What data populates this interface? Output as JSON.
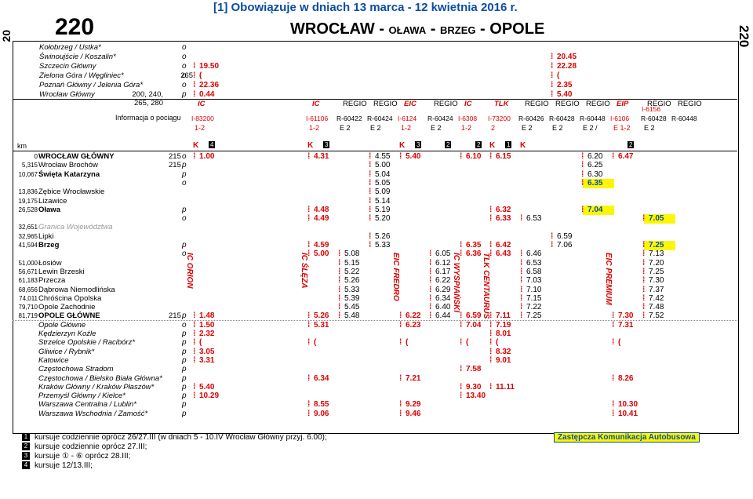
{
  "page": {
    "side_left": "20",
    "side_right": "220",
    "line_number": "220",
    "validity": "[1] Obowiązuje w dniach 13 marca - 12 kwietnia 2016 r.",
    "route_parts": [
      "WROCŁAW",
      "OŁAWA",
      "BRZEG",
      "OPOLE"
    ],
    "route_separator": " - "
  },
  "header": {
    "info_label": "Informacja o pociągu",
    "km_label": "km",
    "extra_train_no": "I-6156"
  },
  "feeders": [
    {
      "name": "Kołobrzeg / Ustka*",
      "ref": "",
      "t": "o"
    },
    {
      "name": "Świnoujście / Koszalin*",
      "ref": "",
      "t": "o"
    },
    {
      "name": "Szczecin Główny",
      "ref": "",
      "t": "o"
    },
    {
      "name": "Zielona Góra / Węgliniec*",
      "ref": "265",
      "t": "o"
    },
    {
      "name": "Poznań Główny / Jelenia Góra*",
      "ref": "",
      "t": "o"
    },
    {
      "name": "Wrocław Główny",
      "ref": "200, 240, 265, 280",
      "t": "p"
    }
  ],
  "feeder_times": [
    {
      "col": 0,
      "values": [
        "",
        "",
        "19.50",
        "(",
        "22.36",
        "0.44"
      ]
    },
    {
      "col": 11,
      "values": [
        "",
        "20.45",
        "22.28",
        "(",
        "2.35",
        "5.40"
      ]
    }
  ],
  "columns": [
    {
      "cat": "IC",
      "cat_red": true,
      "no": "I-83200",
      "no_red": true,
      "cls": "1-2",
      "cls_red": true
    },
    {
      "cat": "",
      "cat_red": false,
      "no": "",
      "no_red": false,
      "cls": "",
      "cls_red": false
    },
    {
      "cat": "",
      "cat_red": false,
      "no": "",
      "no_red": false,
      "cls": "",
      "cls_red": false
    },
    {
      "cat": "IC",
      "cat_red": true,
      "no": "I-61106",
      "no_red": true,
      "cls": "1-2",
      "cls_red": true
    },
    {
      "cat": "REGIO",
      "cat_red": false,
      "no": "R-60422",
      "no_red": false,
      "cls": "E 2",
      "cls_red": false
    },
    {
      "cat": "REGIO",
      "cat_red": false,
      "no": "R-60424",
      "no_red": false,
      "cls": "E 2",
      "cls_red": false
    },
    {
      "cat": "EIC",
      "cat_red": true,
      "no": "I-6124",
      "no_red": true,
      "cls": "1-2",
      "cls_red": true
    },
    {
      "cat": "REGIO",
      "cat_red": false,
      "no": "R-60424",
      "no_red": false,
      "cls": "E 2",
      "cls_red": false
    },
    {
      "cat": "IC",
      "cat_red": true,
      "no": "I-6308",
      "no_red": true,
      "cls": "1-2",
      "cls_red": true
    },
    {
      "cat": "TLK",
      "cat_red": true,
      "no": "I-73200",
      "no_red": true,
      "cls": "2",
      "cls_red": true
    },
    {
      "cat": "REGIO",
      "cat_red": false,
      "no": "R-60426",
      "no_red": false,
      "cls": "E 2",
      "cls_red": false
    },
    {
      "cat": "REGIO",
      "cat_red": false,
      "no": "R-60428",
      "no_red": false,
      "cls": "E 2",
      "cls_red": false
    },
    {
      "cat": "REGIO",
      "cat_red": false,
      "no": "R-60448",
      "no_red": false,
      "cls": "E 2 /",
      "cls_red": false
    },
    {
      "cat": "EIP",
      "cat_red": true,
      "no": "I-6106",
      "no_red": true,
      "cls": "E 1-2",
      "cls_red": true
    },
    {
      "cat": "REGIO",
      "cat_red": false,
      "no": "R-60428",
      "no_red": false,
      "cls": "E 2",
      "cls_red": false
    },
    {
      "cat": "REGIO",
      "cat_red": false,
      "no": "R-60448",
      "no_red": false,
      "cls": "",
      "cls_red": false
    }
  ],
  "markers": [
    "K",
    "",
    "",
    "K",
    "",
    "",
    "K",
    "",
    "",
    "K",
    "K",
    "",
    "",
    "",
    "",
    ""
  ],
  "notes_row": [
    "4",
    "",
    "",
    "3",
    "",
    "",
    "3",
    "2",
    "2",
    "1",
    "",
    "",
    "",
    "2",
    "",
    ""
  ],
  "stations": [
    {
      "km": "0",
      "name": "WROCŁAW GŁÓWNY",
      "style": "b",
      "ref": "215",
      "t": "o"
    },
    {
      "km": "5,315",
      "name": "Wrocław Brochów",
      "style": "",
      "ref": "215",
      "t": "p"
    },
    {
      "km": "10,067",
      "name": "Święta Katarzyna",
      "style": "b",
      "ref": "",
      "t": "p"
    },
    {
      "km": "",
      "name": "",
      "style": "",
      "ref": "",
      "t": "o"
    },
    {
      "km": "13,836",
      "name": "Zębice Wrocławskie",
      "style": "",
      "ref": "",
      "t": ""
    },
    {
      "km": "19,175",
      "name": "Lizawice",
      "style": "",
      "ref": "",
      "t": ""
    },
    {
      "km": "26,528",
      "name": "Oława",
      "style": "b",
      "ref": "",
      "t": "p"
    },
    {
      "km": "",
      "name": "",
      "style": "",
      "ref": "",
      "t": "o"
    },
    {
      "km": "32,651",
      "name": "Granica Województwa",
      "style": "grey it",
      "ref": "",
      "t": ""
    },
    {
      "km": "32,965",
      "name": "Lipki",
      "style": "",
      "ref": "",
      "t": ""
    },
    {
      "km": "41,594",
      "name": "Brzeg",
      "style": "b",
      "ref": "",
      "t": "p"
    },
    {
      "km": "",
      "name": "",
      "style": "",
      "ref": "",
      "t": "o"
    },
    {
      "km": "51,000",
      "name": "Łosiów",
      "style": "",
      "ref": "",
      "t": ""
    },
    {
      "km": "56,671",
      "name": "Lewin Brzeski",
      "style": "",
      "ref": "",
      "t": ""
    },
    {
      "km": "61,183",
      "name": "Przecza",
      "style": "",
      "ref": "",
      "t": ""
    },
    {
      "km": "68,656",
      "name": "Dąbrowa Niemodlińska",
      "style": "",
      "ref": "",
      "t": ""
    },
    {
      "km": "74,011",
      "name": "Chróścina Opolska",
      "style": "",
      "ref": "",
      "t": ""
    },
    {
      "km": "79,710",
      "name": "Opole Zachodnie",
      "style": "",
      "ref": "",
      "t": ""
    },
    {
      "km": "81,719",
      "name": "OPOLE GŁÓWNE",
      "style": "b",
      "ref": "215",
      "t": "p"
    },
    {
      "km": "",
      "name": "Opole Główne",
      "style": "it",
      "ref": "",
      "t": "o"
    },
    {
      "km": "",
      "name": "Kędzierzyn Koźle",
      "style": "it",
      "ref": "",
      "t": "p"
    },
    {
      "km": "",
      "name": "Strzelce Opolskie / Racibórz*",
      "style": "it",
      "ref": "",
      "t": "p"
    },
    {
      "km": "",
      "name": "Gliwice / Rybnik*",
      "style": "it",
      "ref": "",
      "t": "p"
    },
    {
      "km": "",
      "name": "Katowice",
      "style": "it",
      "ref": "",
      "t": "p"
    },
    {
      "km": "",
      "name": "Częstochowa Stradom",
      "style": "it",
      "ref": "",
      "t": "p"
    },
    {
      "km": "",
      "name": "Częstochowa / Bielsko Biała Główna*",
      "style": "it",
      "ref": "",
      "t": "p"
    },
    {
      "km": "",
      "name": "Kraków Główny / Kraków Płaszów*",
      "style": "it",
      "ref": "",
      "t": "p"
    },
    {
      "km": "",
      "name": "Przemyśl Główny / Kielce*",
      "style": "it",
      "ref": "",
      "t": "p"
    },
    {
      "km": "",
      "name": "Warszawa Centralna / Lublin*",
      "style": "it",
      "ref": "",
      "t": "p"
    },
    {
      "km": "",
      "name": "Warszawa Wschodnia / Zamość*",
      "style": "it",
      "ref": "",
      "t": "p"
    }
  ],
  "times": [
    {
      "row": 0,
      "col": 0,
      "v": "1.00",
      "c": "red"
    },
    {
      "row": 0,
      "col": 3,
      "v": "4.31",
      "c": "red"
    },
    {
      "row": 0,
      "col": 5,
      "v": "4.55",
      "c": ""
    },
    {
      "row": 0,
      "col": 6,
      "v": "5.40",
      "c": "red"
    },
    {
      "row": 0,
      "col": 8,
      "v": "6.10",
      "c": "red"
    },
    {
      "row": 0,
      "col": 9,
      "v": "6.15",
      "c": "red"
    },
    {
      "row": 0,
      "col": 12,
      "v": "6.20",
      "c": ""
    },
    {
      "row": 0,
      "col": 13,
      "v": "6.47",
      "c": "red"
    },
    {
      "row": 1,
      "col": 5,
      "v": "5.00",
      "c": ""
    },
    {
      "row": 1,
      "col": 12,
      "v": "6.25",
      "c": ""
    },
    {
      "row": 2,
      "col": 5,
      "v": "5.04",
      "c": ""
    },
    {
      "row": 2,
      "col": 12,
      "v": "6.30",
      "c": ""
    },
    {
      "row": 3,
      "col": 5,
      "v": "5.05",
      "c": ""
    },
    {
      "row": 3,
      "col": 12,
      "v": "6.35",
      "c": "hl"
    },
    {
      "row": 4,
      "col": 5,
      "v": "5.09",
      "c": ""
    },
    {
      "row": 5,
      "col": 5,
      "v": "5.14",
      "c": ""
    },
    {
      "row": 6,
      "col": 3,
      "v": "4.48",
      "c": "red"
    },
    {
      "row": 6,
      "col": 5,
      "v": "5.19",
      "c": ""
    },
    {
      "row": 6,
      "col": 9,
      "v": "6.32",
      "c": "red"
    },
    {
      "row": 6,
      "col": 12,
      "v": "7.04",
      "c": "hl"
    },
    {
      "row": 7,
      "col": 3,
      "v": "4.49",
      "c": "red"
    },
    {
      "row": 7,
      "col": 5,
      "v": "5.20",
      "c": ""
    },
    {
      "row": 7,
      "col": 9,
      "v": "6.33",
      "c": "red"
    },
    {
      "row": 7,
      "col": 10,
      "v": "6.53",
      "c": ""
    },
    {
      "row": 7,
      "col": 14,
      "v": "7.05",
      "c": "hl"
    },
    {
      "row": 9,
      "col": 5,
      "v": "5.26",
      "c": ""
    },
    {
      "row": 9,
      "col": 11,
      "v": "6.59",
      "c": ""
    },
    {
      "row": 10,
      "col": 3,
      "v": "4.59",
      "c": "red"
    },
    {
      "row": 10,
      "col": 5,
      "v": "5.33",
      "c": ""
    },
    {
      "row": 10,
      "col": 8,
      "v": "6.35",
      "c": "red"
    },
    {
      "row": 10,
      "col": 9,
      "v": "6.42",
      "c": "red"
    },
    {
      "row": 10,
      "col": 11,
      "v": "7.06",
      "c": ""
    },
    {
      "row": 10,
      "col": 14,
      "v": "7.25",
      "c": "hl"
    },
    {
      "row": 11,
      "col": 3,
      "v": "5.00",
      "c": "red"
    },
    {
      "row": 11,
      "col": 4,
      "v": "5.08",
      "c": ""
    },
    {
      "row": 11,
      "col": 7,
      "v": "6.05",
      "c": ""
    },
    {
      "row": 11,
      "col": 8,
      "v": "6.36",
      "c": "red"
    },
    {
      "row": 11,
      "col": 9,
      "v": "6.43",
      "c": "red"
    },
    {
      "row": 11,
      "col": 10,
      "v": "6.46",
      "c": ""
    },
    {
      "row": 11,
      "col": 14,
      "v": "7.13",
      "c": ""
    },
    {
      "row": 12,
      "col": 4,
      "v": "5.15",
      "c": ""
    },
    {
      "row": 12,
      "col": 7,
      "v": "6.12",
      "c": ""
    },
    {
      "row": 12,
      "col": 10,
      "v": "6.53",
      "c": ""
    },
    {
      "row": 12,
      "col": 14,
      "v": "7.20",
      "c": ""
    },
    {
      "row": 13,
      "col": 4,
      "v": "5.22",
      "c": ""
    },
    {
      "row": 13,
      "col": 7,
      "v": "6.17",
      "c": ""
    },
    {
      "row": 13,
      "col": 10,
      "v": "6.58",
      "c": ""
    },
    {
      "row": 13,
      "col": 14,
      "v": "7.25",
      "c": ""
    },
    {
      "row": 14,
      "col": 4,
      "v": "5.26",
      "c": ""
    },
    {
      "row": 14,
      "col": 7,
      "v": "6.22",
      "c": ""
    },
    {
      "row": 14,
      "col": 10,
      "v": "7.03",
      "c": ""
    },
    {
      "row": 14,
      "col": 14,
      "v": "7.30",
      "c": ""
    },
    {
      "row": 15,
      "col": 4,
      "v": "5.33",
      "c": ""
    },
    {
      "row": 15,
      "col": 7,
      "v": "6.29",
      "c": ""
    },
    {
      "row": 15,
      "col": 10,
      "v": "7.10",
      "c": ""
    },
    {
      "row": 15,
      "col": 14,
      "v": "7.37",
      "c": ""
    },
    {
      "row": 16,
      "col": 4,
      "v": "5.39",
      "c": ""
    },
    {
      "row": 16,
      "col": 7,
      "v": "6.34",
      "c": ""
    },
    {
      "row": 16,
      "col": 10,
      "v": "7.15",
      "c": ""
    },
    {
      "row": 16,
      "col": 14,
      "v": "7.42",
      "c": ""
    },
    {
      "row": 17,
      "col": 4,
      "v": "5.45",
      "c": ""
    },
    {
      "row": 17,
      "col": 7,
      "v": "6.40",
      "c": ""
    },
    {
      "row": 17,
      "col": 10,
      "v": "7.22",
      "c": ""
    },
    {
      "row": 17,
      "col": 14,
      "v": "7.48",
      "c": ""
    },
    {
      "row": 18,
      "col": 0,
      "v": "1.48",
      "c": "red"
    },
    {
      "row": 18,
      "col": 3,
      "v": "5.26",
      "c": "red"
    },
    {
      "row": 18,
      "col": 4,
      "v": "5.48",
      "c": ""
    },
    {
      "row": 18,
      "col": 6,
      "v": "6.22",
      "c": "red"
    },
    {
      "row": 18,
      "col": 7,
      "v": "6.44",
      "c": ""
    },
    {
      "row": 18,
      "col": 8,
      "v": "6.59",
      "c": "red"
    },
    {
      "row": 18,
      "col": 9,
      "v": "7.11",
      "c": "red"
    },
    {
      "row": 18,
      "col": 10,
      "v": "7.25",
      "c": ""
    },
    {
      "row": 18,
      "col": 13,
      "v": "7.30",
      "c": "red"
    },
    {
      "row": 18,
      "col": 14,
      "v": "7.52",
      "c": ""
    },
    {
      "row": 19,
      "col": 0,
      "v": "1.50",
      "c": "red"
    },
    {
      "row": 19,
      "col": 3,
      "v": "5.31",
      "c": "red"
    },
    {
      "row": 19,
      "col": 6,
      "v": "6.23",
      "c": "red"
    },
    {
      "row": 19,
      "col": 8,
      "v": "7.04",
      "c": "red"
    },
    {
      "row": 19,
      "col": 9,
      "v": "7.19",
      "c": "red"
    },
    {
      "row": 19,
      "col": 13,
      "v": "7.31",
      "c": "red"
    },
    {
      "row": 20,
      "col": 0,
      "v": "2.32",
      "c": "red"
    },
    {
      "row": 20,
      "col": 9,
      "v": "8.01",
      "c": "red"
    },
    {
      "row": 21,
      "col": 0,
      "v": "(",
      "c": "red"
    },
    {
      "row": 21,
      "col": 3,
      "v": "(",
      "c": "red"
    },
    {
      "row": 21,
      "col": 6,
      "v": "(",
      "c": "red"
    },
    {
      "row": 21,
      "col": 8,
      "v": "(",
      "c": "red"
    },
    {
      "row": 21,
      "col": 9,
      "v": "(",
      "c": "red"
    },
    {
      "row": 21,
      "col": 13,
      "v": "(",
      "c": "red"
    },
    {
      "row": 22,
      "col": 0,
      "v": "3.05",
      "c": "red"
    },
    {
      "row": 22,
      "col": 9,
      "v": "8.32",
      "c": "red"
    },
    {
      "row": 23,
      "col": 0,
      "v": "3.31",
      "c": "red"
    },
    {
      "row": 23,
      "col": 9,
      "v": "9.01",
      "c": "red"
    },
    {
      "row": 24,
      "col": 8,
      "v": "7.58",
      "c": "red"
    },
    {
      "row": 25,
      "col": 3,
      "v": "6.34",
      "c": "red"
    },
    {
      "row": 25,
      "col": 6,
      "v": "7.21",
      "c": "red"
    },
    {
      "row": 25,
      "col": 13,
      "v": "8.26",
      "c": "red"
    },
    {
      "row": 26,
      "col": 0,
      "v": "5.40",
      "c": "red"
    },
    {
      "row": 26,
      "col": 8,
      "v": "9.30",
      "c": "red"
    },
    {
      "row": 26,
      "col": 9,
      "v": "11.11",
      "c": "red"
    },
    {
      "row": 27,
      "col": 0,
      "v": "10.29",
      "c": "red"
    },
    {
      "row": 27,
      "col": 8,
      "v": "13.40",
      "c": "red"
    },
    {
      "row": 28,
      "col": 3,
      "v": "8.55",
      "c": "red"
    },
    {
      "row": 28,
      "col": 6,
      "v": "9.29",
      "c": "red"
    },
    {
      "row": 28,
      "col": 13,
      "v": "10.30",
      "c": "red"
    },
    {
      "row": 29,
      "col": 3,
      "v": "9.06",
      "c": "red"
    },
    {
      "row": 29,
      "col": 6,
      "v": "9.46",
      "c": "red"
    },
    {
      "row": 29,
      "col": 13,
      "v": "10.41",
      "c": "red"
    }
  ],
  "train_names": [
    {
      "col": 0,
      "text": "IC ORION"
    },
    {
      "col": 3,
      "text": "IC ŚLĘZA"
    },
    {
      "col": 6,
      "text": "EIC FREDRO"
    },
    {
      "col": 8,
      "text": "IC WYSPIAŃSKI"
    },
    {
      "col": 9,
      "text": "TLK CENTAURUS"
    },
    {
      "col": 13,
      "text": "EIC PREMIUM"
    }
  ],
  "footnotes": [
    {
      "key": "1",
      "text": "kursuje codziennie oprócz 26/27.III (w dniach 5 - 10.IV Wrocław Główny przyj. 6.00);"
    },
    {
      "key": "2",
      "text": "kursuje codziennie oprócz 27.III;"
    },
    {
      "key": "3",
      "text": "kursuje ① - ⑥ oprócz 28.III;"
    },
    {
      "key": "4",
      "text": "kursuje 12/13.III;"
    }
  ],
  "replacement_bus": "Zastępcza Komunikacja Autobusowa",
  "colors": {
    "accent_red": "#d00000",
    "header_blue": "#0b4ea2",
    "highlight_yellow": "#fbf700"
  }
}
